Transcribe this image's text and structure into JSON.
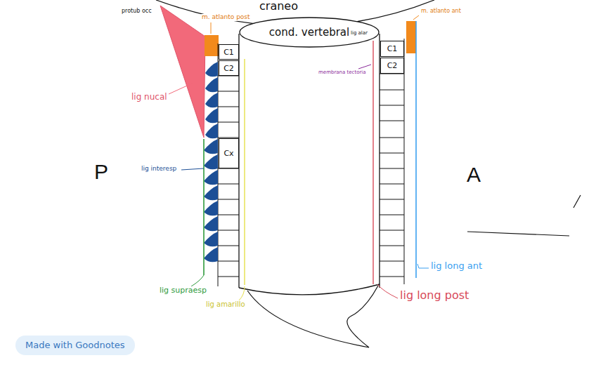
{
  "diagram": {
    "nodes": [
      {
        "text": [
          "cond. vertebral"
        ]
      },
      {
        "text": [
          "C1"
        ]
      },
      {
        "text": [
          "C2"
        ]
      },
      {
        "text": [
          "Cx"
        ]
      },
      {
        "text": [
          "C1"
        ]
      },
      {
        "text": [
          "C2"
        ]
      }
    ],
    "labels": [
      "craneo",
      "protub occ",
      "m. atlanto post",
      "m. atlanto ant",
      "lig alar",
      "membrana tectoria",
      "lig nucal",
      "lig interesp",
      "P",
      "A",
      "lig supraesp",
      "lig amarillo",
      "lig long post",
      "lig long ant",
      "Made with Goodnotes"
    ]
  }
}
